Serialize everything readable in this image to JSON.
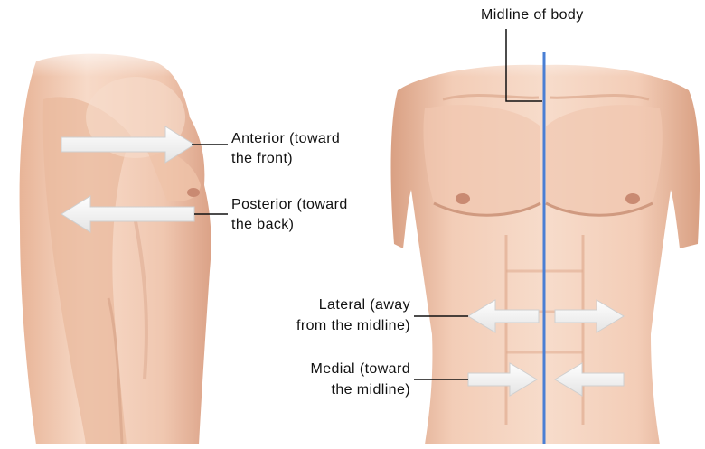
{
  "labels": {
    "midline": "Midline of body",
    "anterior_1": "Anterior (toward",
    "anterior_2": "the front)",
    "posterior_1": "Posterior (toward",
    "posterior_2": "the back)",
    "lateral_1": "Lateral (away",
    "lateral_2": "from the midline)",
    "medial_1": "Medial (toward",
    "medial_2": "the midline)"
  },
  "colors": {
    "skin_light": "#f6d7c4",
    "skin_mid": "#e9b79c",
    "skin_shadow": "#d39a7f",
    "midline": "#4a7fd4",
    "arrow": "#f2f2f2",
    "leader": "#111111"
  }
}
